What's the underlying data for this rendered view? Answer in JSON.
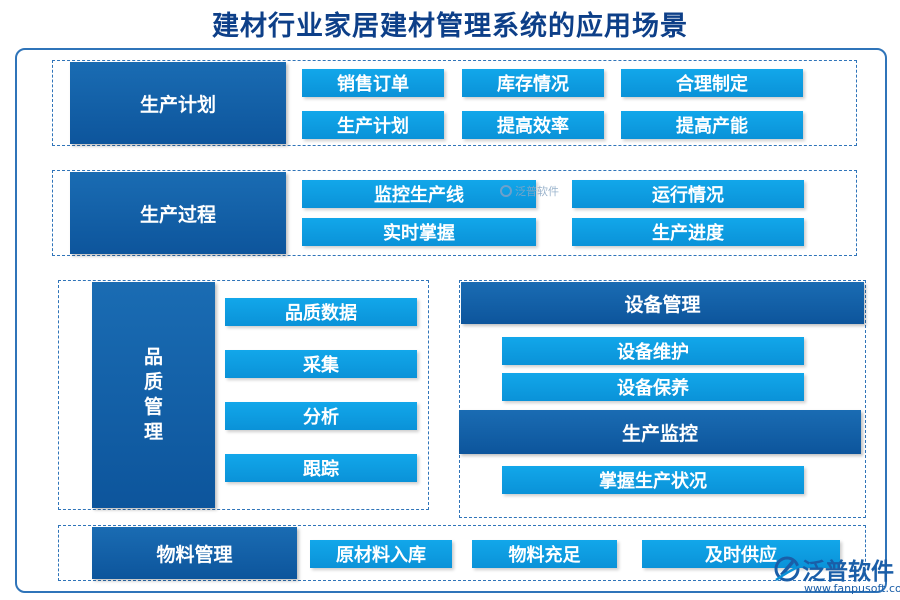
{
  "title": "建材行业家居建材管理系统的应用场景",
  "sections": {
    "production_plan": {
      "label": "生产计划",
      "items": [
        "销售订单",
        "库存情况",
        "合理制定",
        "生产计划",
        "提高效率",
        "提高产能"
      ]
    },
    "production_process": {
      "label": "生产过程",
      "items": [
        "监控生产线",
        "运行情况",
        "实时掌握",
        "生产进度"
      ]
    },
    "quality": {
      "label_chars": [
        "品",
        "质",
        "管",
        "理"
      ],
      "items": [
        "品质数据",
        "采集",
        "分析",
        "跟踪"
      ]
    },
    "equipment": {
      "label": "设备管理",
      "items": [
        "设备维护",
        "设备保养"
      ],
      "monitor_label": "生产监控",
      "monitor_item": "掌握生产状况"
    },
    "material": {
      "label": "物料管理",
      "items": [
        "原材料入库",
        "物料充足",
        "及时供应"
      ]
    }
  },
  "watermark": {
    "small_text": "泛普软件",
    "brand": "泛普软件",
    "url": "www.fanpusoft.com"
  },
  "colors": {
    "title": "#0d3f88",
    "dark_box": "#0d559c",
    "light_box": "#0a92d8",
    "border": "#2f74b9"
  }
}
